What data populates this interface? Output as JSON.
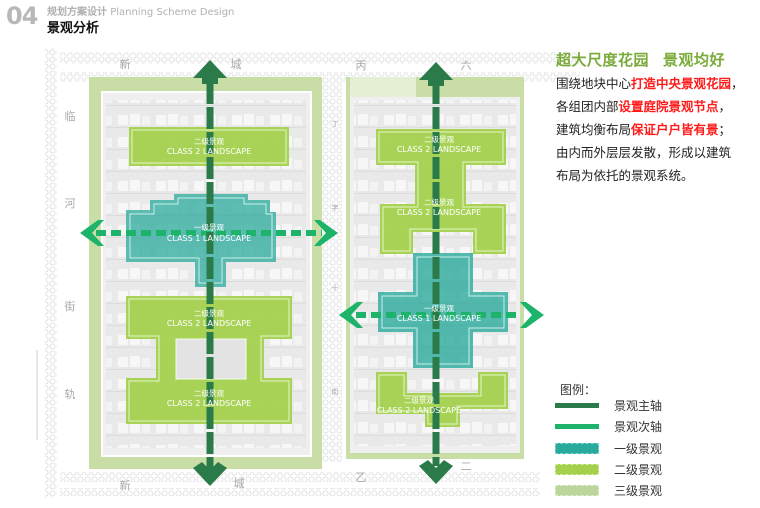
{
  "header": {
    "section_number": "04",
    "section_cn": "规划方案设计",
    "section_en": "Planning Scheme Design",
    "page_title": "景观分析"
  },
  "streets": {
    "top_left": [
      "新",
      "城"
    ],
    "top_right": [
      "丙",
      "六"
    ],
    "bottom_left": [
      "新",
      "城"
    ],
    "bottom_right": [
      "乙",
      "二"
    ],
    "left_vertical": [
      "临",
      "河",
      "街",
      "轨"
    ],
    "middle_vertical": [
      "丁",
      "字",
      "十",
      "街"
    ]
  },
  "zones": {
    "left_top": {
      "cn": "二级景观",
      "en": "CLASS 2 LANDSCAPE"
    },
    "left_center": {
      "cn": "一级景观",
      "en": "CLASS 1 LANDSCAPE"
    },
    "left_lower1": {
      "cn": "二级景观",
      "en": "CLASS 2 LANDSCAPE"
    },
    "left_lower2": {
      "cn": "二级景观",
      "en": "CLASS 2 LANDSCAPE"
    },
    "right_top1": {
      "cn": "二级景观",
      "en": "CLASS 2 LANDSCAPE"
    },
    "right_top2": {
      "cn": "二级景观",
      "en": "CLASS 2 LANDSCAPE"
    },
    "right_center": {
      "cn": "一级景观",
      "en": "CLASS 1 LANDSCAPE"
    },
    "right_bottom": {
      "cn": "二级景观",
      "en": "CLASS 2 LANDSCAPE"
    }
  },
  "description": {
    "headline_a": "超大尺度花园",
    "headline_b": "景观均好",
    "lines": [
      {
        "plain": "围绕地块中心",
        "highlight": "打造中央景观花园",
        "tail": "，"
      },
      {
        "plain": "各组团内部",
        "highlight": "设置庭院景观节点",
        "tail": "，"
      },
      {
        "plain": "建筑均衡布局",
        "highlight": "保证户户皆有景",
        "tail": "；"
      },
      {
        "plain": "由内而外层层发散，形成以建筑",
        "highlight": "",
        "tail": ""
      },
      {
        "plain": "布局为依托的景观系统。",
        "highlight": "",
        "tail": ""
      }
    ]
  },
  "legend": {
    "title": "图例：",
    "items": [
      {
        "label": "景观主轴",
        "color": "#2a7a4a"
      },
      {
        "label": "景观次轴",
        "color": "#1db36a"
      },
      {
        "label": "一级景观",
        "color": "#2aaa9c"
      },
      {
        "label": "二级景观",
        "color": "#a3d14e"
      },
      {
        "label": "三级景观",
        "color": "#bcd59a"
      }
    ]
  },
  "colors": {
    "main_axis": "#2a7a4a",
    "sub_axis": "#1db36a",
    "class1": "#2aaa9c",
    "class2": "#a3d14e",
    "class3": "#bcd59a",
    "highlight_red": "#ff1a1a",
    "headline_green": "#7aab3a"
  }
}
